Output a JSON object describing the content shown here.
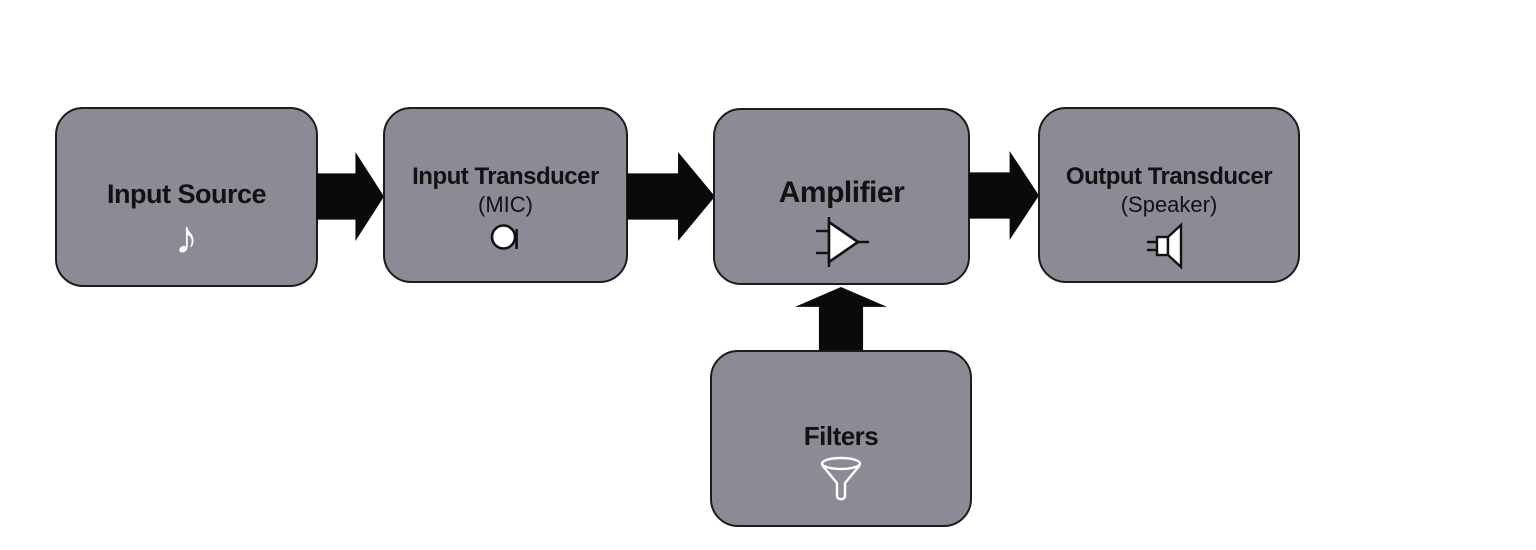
{
  "colors": {
    "background": "#ffffff",
    "box_fill": "#8A8B95",
    "box_border": "#1C1C1C",
    "arrow": "#0A0A0A",
    "text": "#121212",
    "icon_fill_white": "#FFFFFF",
    "icon_stroke_dark": "#111111"
  },
  "blocks": [
    {
      "title": "Input Source",
      "subtitle": "",
      "icon": "music-note-icon",
      "icon_glyph": "♪"
    },
    {
      "title": "Input Transducer",
      "subtitle": "(MIC)",
      "icon": "microphone-icon"
    },
    {
      "title": "Amplifier",
      "subtitle": "",
      "icon": "op-amp-icon"
    },
    {
      "title": "Output Transducer",
      "subtitle": "(Speaker)",
      "icon": "speaker-icon"
    },
    {
      "title": "Filters",
      "subtitle": "",
      "icon": "funnel-icon"
    }
  ],
  "connections": [
    {
      "from": "Input Source",
      "to": "Input Transducer",
      "direction": "right"
    },
    {
      "from": "Input Transducer",
      "to": "Amplifier",
      "direction": "right"
    },
    {
      "from": "Amplifier",
      "to": "Output Transducer",
      "direction": "right"
    },
    {
      "from": "Filters",
      "to": "Amplifier",
      "direction": "up"
    }
  ]
}
